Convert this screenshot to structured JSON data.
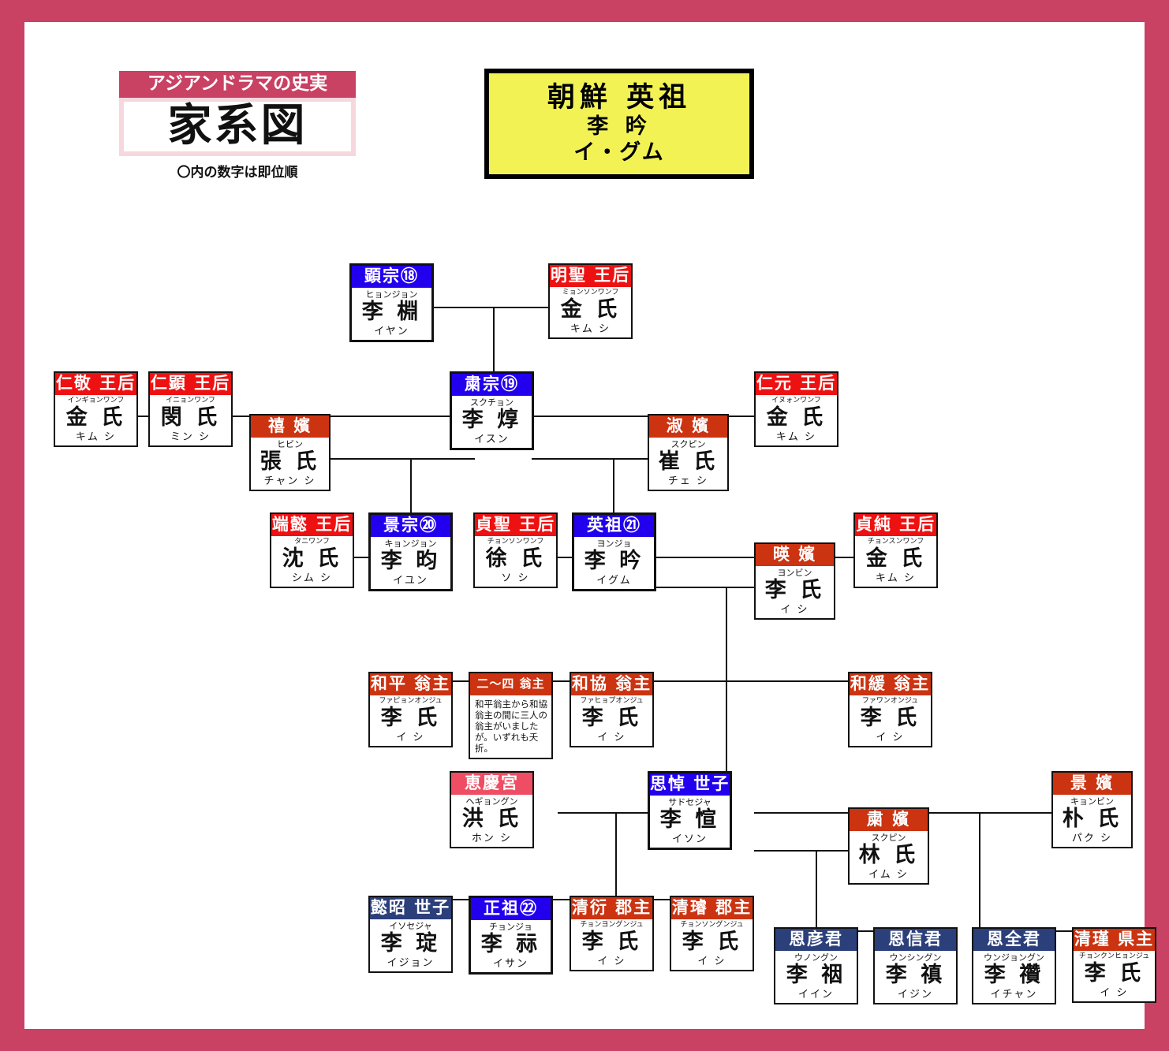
{
  "brand": {
    "tagline": "アジアンドラマの史実",
    "title": "家系図",
    "note": "〇内の数字は即位順"
  },
  "title_box": {
    "line1": "朝鮮 英祖",
    "line2": "李 昑",
    "line3": "イ・グム"
  },
  "colors": {
    "frame": "#c94163",
    "king_header": "#2200ee",
    "queen_header": "#ee1111",
    "consort_header": "#cc3311",
    "prince_header": "#2b3f7a",
    "pink_header": "#ee4d63",
    "title_bg": "#f2f255",
    "brand_band": "#c94163",
    "brand_panel": "#f7d7de"
  },
  "people": [
    {
      "id": "hyeonjong",
      "kind": "king",
      "title": "顕宗⑱",
      "rom": "ヒョンジョン",
      "name": "李 棩",
      "kana": "イヤン"
    },
    {
      "id": "myeongseong",
      "kind": "queen",
      "title": "明聖 王后",
      "rom": "ミョンソンワンフ",
      "name": "金 氏",
      "kana": "キム シ"
    },
    {
      "id": "ingyeong",
      "kind": "queen",
      "title": "仁敬 王后",
      "rom": "インギョンワンフ",
      "name": "金 氏",
      "kana": "キム シ"
    },
    {
      "id": "inhyeon",
      "kind": "queen",
      "title": "仁顕 王后",
      "rom": "イニョンワンフ",
      "name": "閔 氏",
      "kana": "ミン シ"
    },
    {
      "id": "sukjong",
      "kind": "king",
      "title": "粛宗⑲",
      "rom": "スクチョン",
      "name": "李 焞",
      "kana": "イスン"
    },
    {
      "id": "inwon",
      "kind": "queen",
      "title": "仁元 王后",
      "rom": "イヌォンワンフ",
      "name": "金 氏",
      "kana": "キム シ"
    },
    {
      "id": "huibin",
      "kind": "consort",
      "title": "禧 嬪",
      "rom": "ヒビン",
      "name": "張 氏",
      "kana": "チャン シ"
    },
    {
      "id": "sukbin",
      "kind": "consort",
      "title": "淑 嬪",
      "rom": "スクピン",
      "name": "崔 氏",
      "kana": "チェ シ"
    },
    {
      "id": "danui",
      "kind": "queen",
      "title": "端懿 王后",
      "rom": "タニワンフ",
      "name": "沈 氏",
      "kana": "シム シ"
    },
    {
      "id": "gyeongjong",
      "kind": "king",
      "title": "景宗⑳",
      "rom": "キョンジョン",
      "name": "李 昀",
      "kana": "イユン"
    },
    {
      "id": "jeongseong",
      "kind": "queen",
      "title": "貞聖 王后",
      "rom": "チョンソンワンフ",
      "name": "徐 氏",
      "kana": "ソ シ"
    },
    {
      "id": "yeongjo",
      "kind": "king",
      "title": "英祖㉑",
      "rom": "ヨンジョ",
      "name": "李 昑",
      "kana": "イグム"
    },
    {
      "id": "yeongbin",
      "kind": "consort",
      "title": "暎 嬪",
      "rom": "ヨンビン",
      "name": "李 氏",
      "kana": "イ シ"
    },
    {
      "id": "jeongsun",
      "kind": "queen",
      "title": "貞純 王后",
      "rom": "チョンスンワンフ",
      "name": "金 氏",
      "kana": "キム シ"
    },
    {
      "id": "hwapyeong",
      "kind": "princess",
      "title": "和平 翁主",
      "rom": "ファピョンオンジュ",
      "name": "李 氏",
      "kana": "イ シ"
    },
    {
      "id": "hwahyeop",
      "kind": "princess",
      "title": "和協 翁主",
      "rom": "ファヒョプオンジュ",
      "name": "李 氏",
      "kana": "イ シ"
    },
    {
      "id": "hwawan",
      "kind": "princess",
      "title": "和緩 翁主",
      "rom": "ファワンオンジュ",
      "name": "李 氏",
      "kana": "イ シ"
    },
    {
      "id": "hyegyeong",
      "kind": "pinkhdr",
      "title": "恵慶宮",
      "rom": "ヘギョングン",
      "name": "洪 氏",
      "kana": "ホン シ"
    },
    {
      "id": "sadoseja",
      "kind": "king",
      "title": "思悼 世子",
      "rom": "サドセジャ",
      "name": "李 愃",
      "kana": "イソン"
    },
    {
      "id": "sukbin2",
      "kind": "consort",
      "title": "粛 嬪",
      "rom": "スクピン",
      "name": "林 氏",
      "kana": "イム シ"
    },
    {
      "id": "gyeongbin",
      "kind": "consort",
      "title": "景 嬪",
      "rom": "キョンビン",
      "name": "朴 氏",
      "kana": "パク シ"
    },
    {
      "id": "uiso",
      "kind": "prince",
      "title": "懿昭 世子",
      "rom": "イソセジャ",
      "name": "李 琔",
      "kana": "イジョン"
    },
    {
      "id": "jeongjo",
      "kind": "king",
      "title": "正祖㉒",
      "rom": "チョンジョ",
      "name": "李 祘",
      "kana": "イサン"
    },
    {
      "id": "cheongyeon",
      "kind": "princess",
      "title": "清衍 郡主",
      "rom": "チョンヨングンジュ",
      "name": "李 氏",
      "kana": "イ シ"
    },
    {
      "id": "cheongseon",
      "kind": "princess",
      "title": "清璿 郡主",
      "rom": "チョンソングンジュ",
      "name": "李 氏",
      "kana": "イ シ"
    },
    {
      "id": "eoneon",
      "kind": "prince",
      "title": "恩彦君",
      "rom": "ウノングン",
      "name": "李 䄄",
      "kana": "イイン"
    },
    {
      "id": "eunsin",
      "kind": "prince",
      "title": "恩信君",
      "rom": "ウンシングン",
      "name": "李 禛",
      "kana": "イジン"
    },
    {
      "id": "eunjeon",
      "kind": "prince",
      "title": "恩全君",
      "rom": "ウンジョングン",
      "name": "李 禶",
      "kana": "イチャン"
    },
    {
      "id": "cheonggeun",
      "kind": "princess",
      "title": "清瑾 県主",
      "rom": "チョンクンヒョンジュ",
      "name": "李 氏",
      "kana": "イ シ"
    }
  ],
  "note_card": {
    "title": "二～四 翁主",
    "text": "和平翁主から和協翁主の間に三人の翁主がいましたが。いずれも夭折。"
  }
}
